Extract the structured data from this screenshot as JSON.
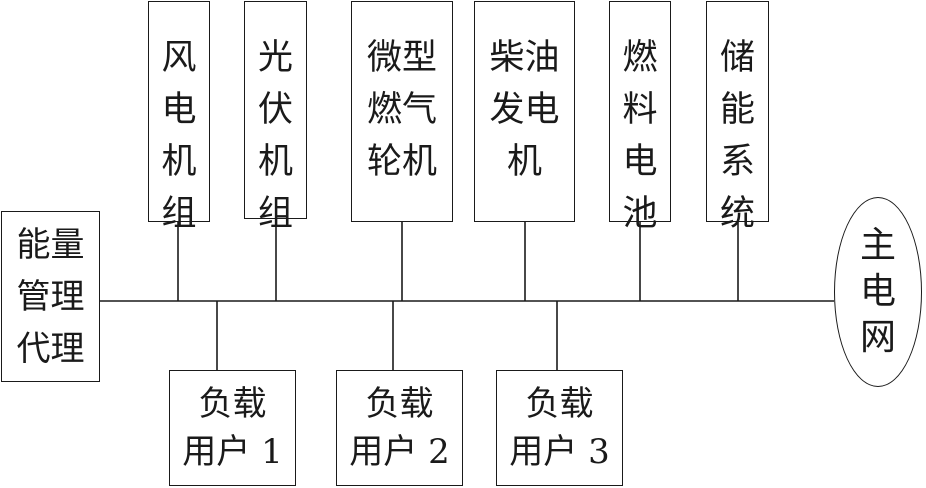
{
  "generators": [
    {
      "lines": [
        "风",
        "电",
        "机",
        "组"
      ]
    },
    {
      "lines": [
        "光",
        "伏",
        "机",
        "组"
      ]
    },
    {
      "lines": [
        "微型",
        "燃气",
        "轮机"
      ]
    },
    {
      "lines": [
        "柴油",
        "发电",
        "机"
      ]
    },
    {
      "lines": [
        "燃",
        "料",
        "电",
        "池"
      ]
    },
    {
      "lines": [
        "储",
        "能",
        "系",
        "统"
      ]
    }
  ],
  "agent": {
    "lines": [
      "能量",
      "管理",
      "代理"
    ]
  },
  "loads": [
    {
      "lines": [
        "负载",
        "用户 1"
      ]
    },
    {
      "lines": [
        "负载",
        "用户 2"
      ]
    },
    {
      "lines": [
        "负载",
        "用户 3"
      ]
    }
  ],
  "grid": {
    "lines": [
      "主",
      "电",
      "网"
    ]
  }
}
